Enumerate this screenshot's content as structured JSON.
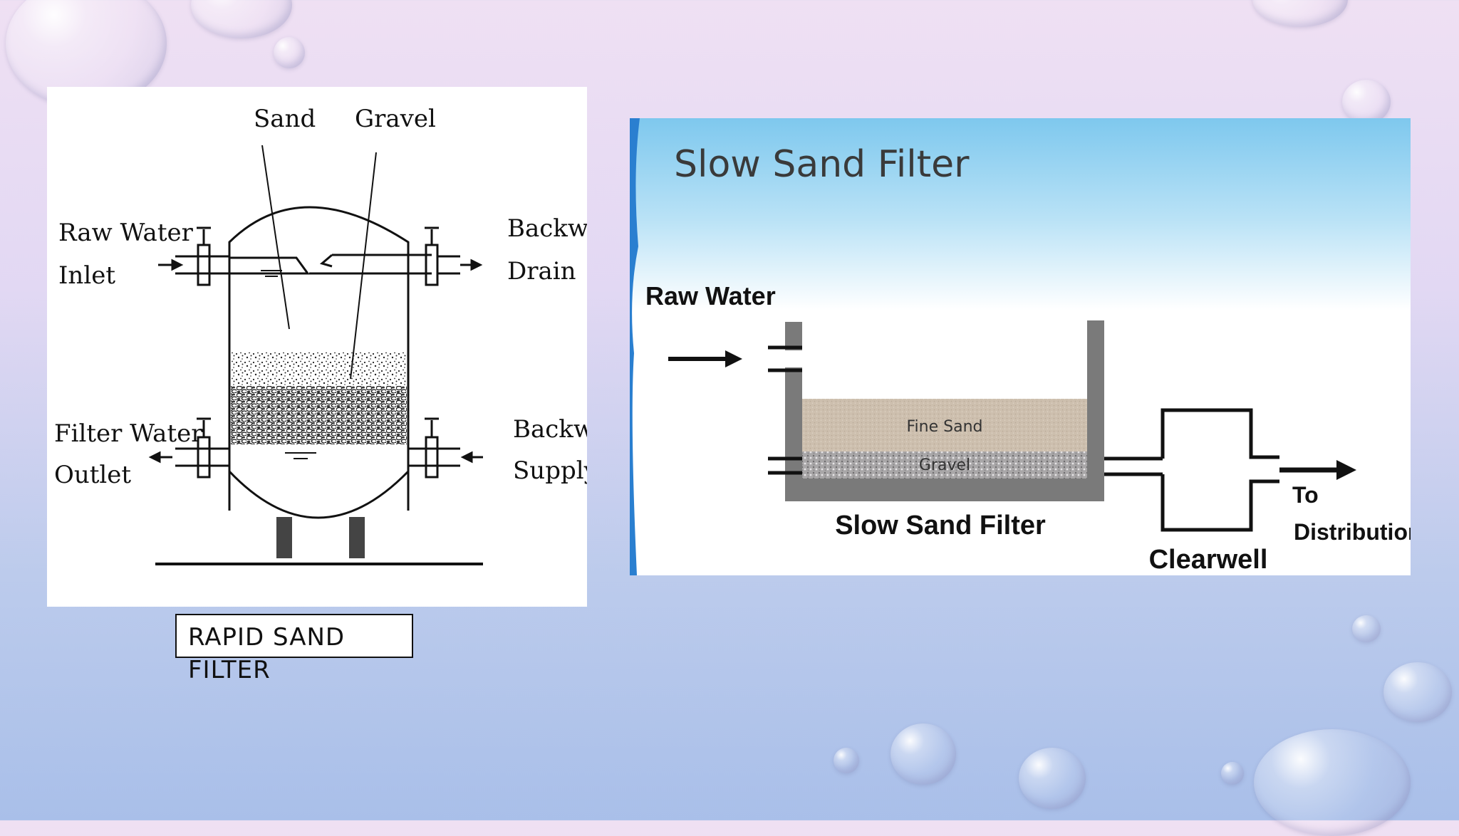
{
  "rapid_filter": {
    "labels": {
      "sand": "Sand",
      "gravel": "Gravel",
      "raw_water_line1": "Raw Water",
      "raw_water_line2": "Inlet",
      "backwash_drain_line1": "Backwash",
      "backwash_drain_line2": "Drain",
      "filter_water_line1": "Filter Water",
      "filter_water_line2": "Outlet",
      "backwash_supply_line1": "Backwash",
      "backwash_supply_line2": "Supply"
    },
    "caption": "RAPID SAND FILTER"
  },
  "slow_filter": {
    "title": "Slow Sand Filter",
    "raw_water": "Raw Water",
    "fine_sand": "Fine Sand",
    "gravel": "Gravel",
    "basin_label": "Slow Sand Filter",
    "clearwell": "Clearwell",
    "to_line1": "To",
    "to_line2": "Distribution"
  },
  "colors": {
    "sand": "#cdbfae",
    "gravel": "#a9a7a8",
    "wall": "#7a7a7a",
    "panel_sky": "#7ec8ee"
  }
}
